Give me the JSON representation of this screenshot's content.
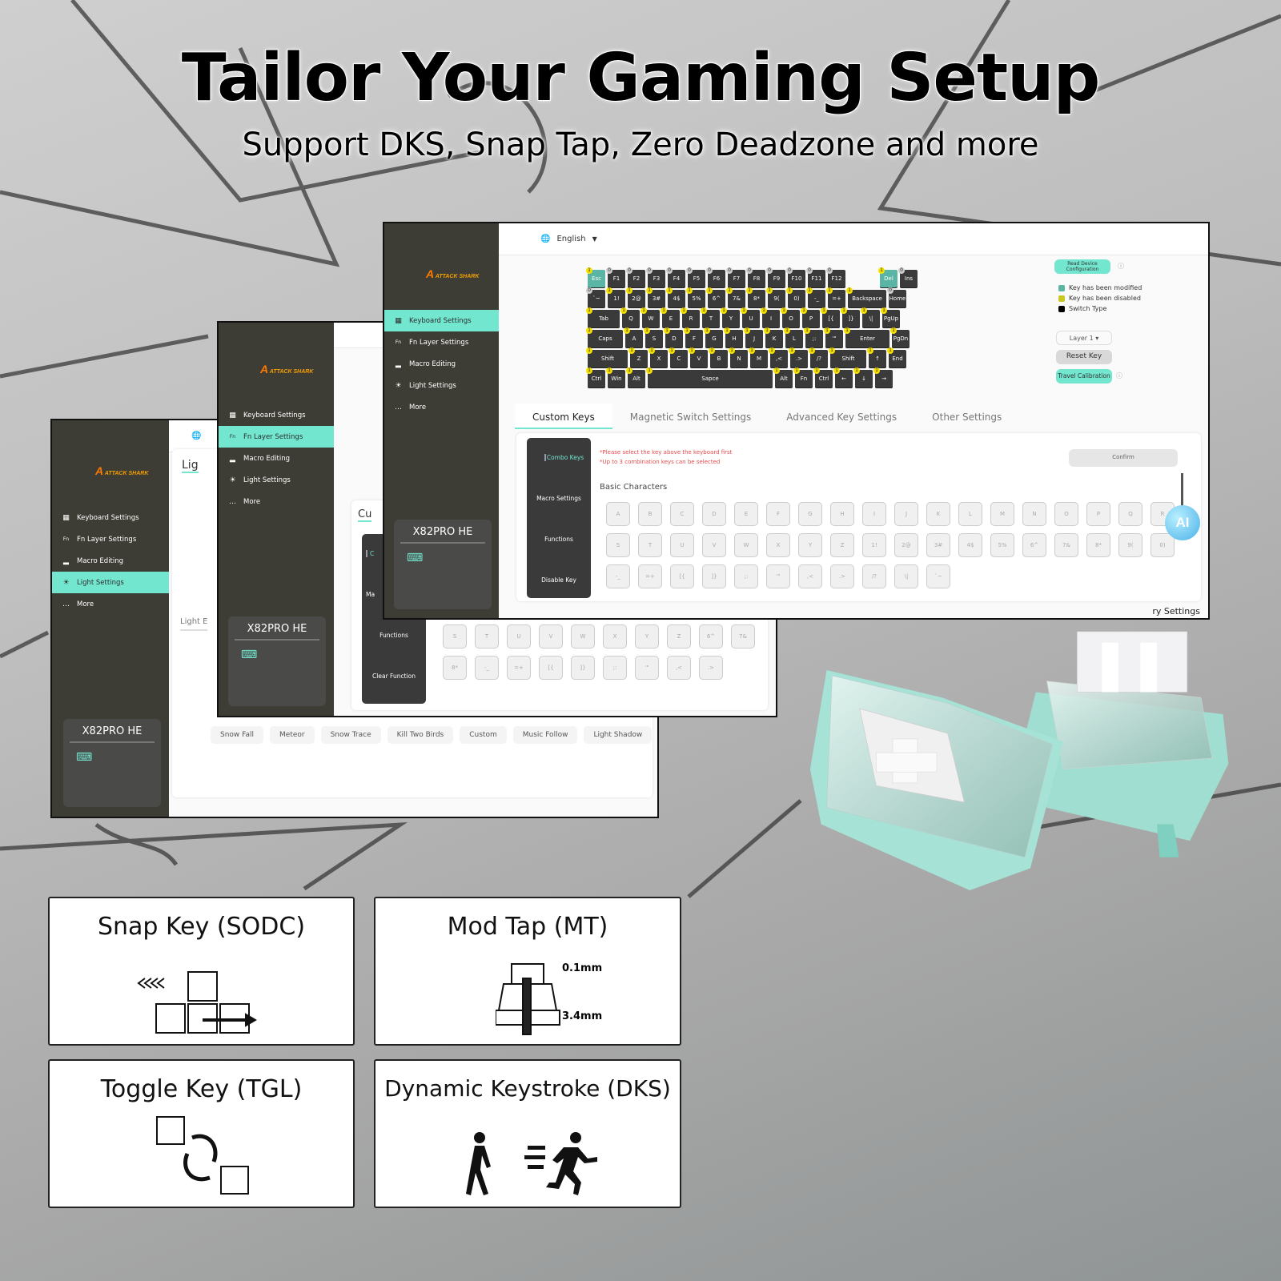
{
  "headline": "Tailor Your Gaming Setup",
  "subheadline": "Support DKS, Snap Tap, Zero Deadzone and more",
  "brand_color": "#72e6cf",
  "sidebar_bg": "#3e3d35",
  "logo_text": "ATTACK SHARK",
  "device_name": "X82PRO HE",
  "nav_items": [
    {
      "label": "Keyboard Settings",
      "icon": "keyboard-icon"
    },
    {
      "label": "Fn Layer Settings",
      "icon": "fn-icon"
    },
    {
      "label": "Macro Editing",
      "icon": "laptop-icon"
    },
    {
      "label": "Light Settings",
      "icon": "light-icon"
    },
    {
      "label": "More",
      "icon": "more-icon"
    }
  ],
  "main": {
    "language": "English",
    "keyboard_rows": [
      [
        [
          "Esc",
          1,
          "mod"
        ],
        [
          "F1",
          0
        ],
        [
          "F2",
          0
        ],
        [
          "F3",
          0
        ],
        [
          "F4",
          0
        ],
        [
          "F5",
          0
        ],
        [
          "F6",
          0
        ],
        [
          "F7",
          0
        ],
        [
          "F8",
          0
        ],
        [
          "F9",
          0
        ],
        [
          "F10",
          0
        ],
        [
          "F11",
          0
        ],
        [
          "F12",
          0
        ],
        [
          "Del",
          1,
          "mod"
        ],
        [
          "Ins",
          0
        ]
      ],
      [
        [
          "`~",
          0
        ],
        [
          "1!",
          1
        ],
        [
          "2@",
          1
        ],
        [
          "3#",
          1
        ],
        [
          "4$",
          1
        ],
        [
          "5%",
          1
        ],
        [
          "6^",
          1
        ],
        [
          "7&",
          1
        ],
        [
          "8*",
          1
        ],
        [
          "9(",
          1
        ],
        [
          "0)",
          1
        ],
        [
          "-_",
          1
        ],
        [
          "=+",
          1
        ],
        [
          "Backspace",
          1
        ],
        [
          "Home",
          0
        ]
      ],
      [
        [
          "Tab",
          1
        ],
        [
          "Q",
          1
        ],
        [
          "W",
          1
        ],
        [
          "E",
          1
        ],
        [
          "R",
          1
        ],
        [
          "T",
          1
        ],
        [
          "Y",
          1
        ],
        [
          "U",
          1
        ],
        [
          "I",
          1
        ],
        [
          "O",
          1
        ],
        [
          "P",
          1
        ],
        [
          "[{",
          1
        ],
        [
          "]}",
          1
        ],
        [
          "\\|",
          1
        ],
        [
          "PgUp",
          1
        ]
      ],
      [
        [
          "Caps",
          1
        ],
        [
          "A",
          1
        ],
        [
          "S",
          1
        ],
        [
          "D",
          1
        ],
        [
          "F",
          1
        ],
        [
          "G",
          1
        ],
        [
          "H",
          1
        ],
        [
          "J",
          1
        ],
        [
          "K",
          1
        ],
        [
          "L",
          1
        ],
        [
          ";:",
          1
        ],
        [
          "'\"",
          1
        ],
        [
          "Enter",
          1
        ],
        [
          "PgDn",
          1
        ]
      ],
      [
        [
          "Shift",
          1
        ],
        [
          "Z",
          1
        ],
        [
          "X",
          1
        ],
        [
          "C",
          1
        ],
        [
          "V",
          1
        ],
        [
          "B",
          1
        ],
        [
          "N",
          1
        ],
        [
          "M",
          1
        ],
        [
          ",<",
          1
        ],
        [
          ".>",
          1
        ],
        [
          "/?",
          1
        ],
        [
          "Shift",
          1
        ],
        [
          "↑",
          1
        ],
        [
          "End",
          1
        ]
      ],
      [
        [
          "Ctrl",
          1
        ],
        [
          "Win",
          1
        ],
        [
          "Alt",
          1
        ],
        [
          "Sapce",
          1
        ],
        [
          "Alt",
          1
        ],
        [
          "Fn",
          1
        ],
        [
          "Ctrl",
          1
        ],
        [
          "←",
          1
        ],
        [
          "↓",
          1
        ],
        [
          "→",
          1
        ]
      ]
    ],
    "read_config_label": "Read Device Configuration",
    "legend": [
      {
        "label": "Key has been modified",
        "color": "#5bb5a4"
      },
      {
        "label": "Key has been disabled",
        "color": "#c8c820"
      },
      {
        "label": "Switch Type",
        "color": "#000000"
      }
    ],
    "layer_select": "Layer 1",
    "reset_key_label": "Reset Key",
    "travel_calibration_label": "Travel Calibration",
    "tabs": [
      "Custom Keys",
      "Magnetic Switch Settings",
      "Advanced Key Settings",
      "Other Settings"
    ],
    "active_tab": "Custom Keys",
    "side_menu": [
      "Combo Keys",
      "Macro Settings",
      "Functions",
      "Disable Key"
    ],
    "hints": [
      "*Please select the key above the keyboard first",
      "*Up to 3 combination keys can be selected"
    ],
    "confirm_label": "Confirm",
    "section_title": "Basic Characters",
    "chars": [
      "A",
      "B",
      "C",
      "D",
      "E",
      "F",
      "G",
      "H",
      "I",
      "J",
      "K",
      "L",
      "M",
      "N",
      "O",
      "P",
      "Q",
      "R",
      "S",
      "T",
      "U",
      "V",
      "W",
      "X",
      "Y",
      "Z",
      "1!",
      "2@",
      "3#",
      "4$",
      "5%",
      "6^",
      "7&",
      "8*",
      "9(",
      "0)",
      "-_",
      "=+",
      "[{",
      "]}",
      ";:",
      "'\"",
      ",<",
      ".>",
      "/?",
      "\\|",
      "`~"
    ],
    "footer_fragment": "ry Settings",
    "ai_badge": "AI"
  },
  "win2": {
    "tab_fragment": "Cu",
    "side_menu": [
      "C",
      "Ma",
      "Functions",
      "Clear Function"
    ],
    "chars": [
      "",
      "",
      "",
      "",
      "",
      "",
      "",
      "",
      "",
      "",
      "",
      "",
      "",
      "",
      "",
      "",
      "",
      "",
      "S",
      "T",
      "U",
      "V",
      "W",
      "X",
      "Y",
      "Z",
      "",
      "",
      "",
      "",
      "6^",
      "7&",
      "8*",
      "-_",
      "=+",
      "[{",
      "]}",
      ";:",
      "'\"",
      ",<",
      ".>"
    ]
  },
  "win3": {
    "tab_fragment": "Lig",
    "section_fragment": "Light E",
    "effects": [
      "Snow Fall",
      "Meteor",
      "Snow Trace",
      "Kill Two Birds",
      "Custom",
      "Music Follow",
      "Light Shadow"
    ]
  },
  "features": [
    {
      "title": "Snap Key (SODC)",
      "icon": "snap-key-icon"
    },
    {
      "title": "Mod Tap (MT)",
      "icon": "switch-travel-icon",
      "labels": [
        "0.1mm",
        "3.4mm"
      ]
    },
    {
      "title": "Toggle Key (TGL)",
      "icon": "toggle-key-icon"
    },
    {
      "title": "Dynamic Keystroke (DKS)",
      "icon": "walk-run-icon"
    }
  ]
}
